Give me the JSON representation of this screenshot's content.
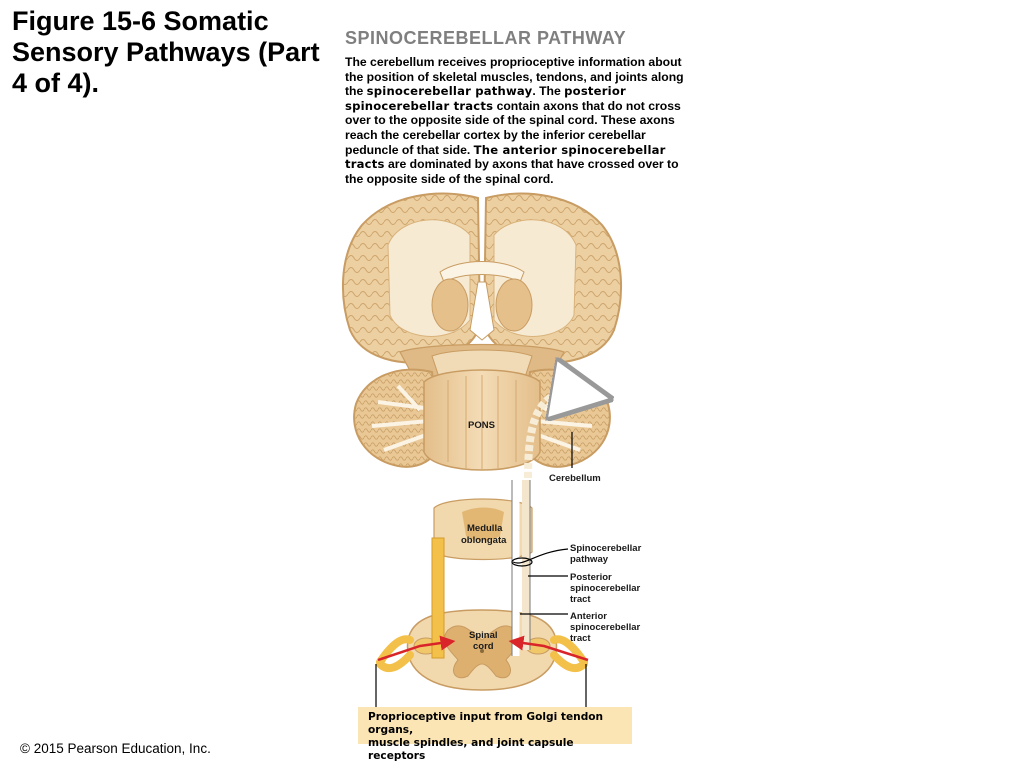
{
  "title": "Figure 15-6 Somatic Sensory Pathways (Part 4 of 4).",
  "heading": "SPINOCEREBELLAR PATHWAY",
  "description": {
    "p1": "The cerebellum receives proprioceptive information about the position of skeletal muscles, tendons, and joints along the ",
    "t1": "spinocerebellar pathway",
    "p2": ". The ",
    "t2": "posterior spinocerebellar tracts",
    "p3": " contain axons that do not cross over to the opposite side of the spinal cord. These axons reach the cerebellar cortex by the inferior cerebellar peduncle of that side. ",
    "t3": "The anterior spinocerebellar tracts",
    "p4": " are dominated by axons that have crossed over to the opposite side of the spinal cord."
  },
  "labels": {
    "pons": "PONS",
    "cerebellum": "Cerebellum",
    "medulla_1": "Medulla",
    "medulla_2": "oblongata",
    "pathway_1": "Spinocerebellar",
    "pathway_2": "pathway",
    "posterior_1": "Posterior",
    "posterior_2": "spinocerebellar",
    "posterior_3": "tract",
    "anterior_1": "Anterior",
    "anterior_2": "spinocerebellar",
    "anterior_3": "tract",
    "spinal_1": "Spinal",
    "spinal_2": "cord"
  },
  "caption": {
    "line1": "Proprioceptive input from Golgi tendon organs,",
    "line2": "muscle spindles, and joint capsule receptors"
  },
  "copyright": "© 2015 Pearson Education, Inc.",
  "colors": {
    "tissue": "#e9c896",
    "tissue_outline": "#c89c62",
    "white_matter": "#fbf3e4",
    "tract_yellow": "#f3c14a",
    "sensory_red": "#d9252a",
    "heading_gray": "#7f7f7f",
    "caption_fill": "#fbe5b4"
  }
}
